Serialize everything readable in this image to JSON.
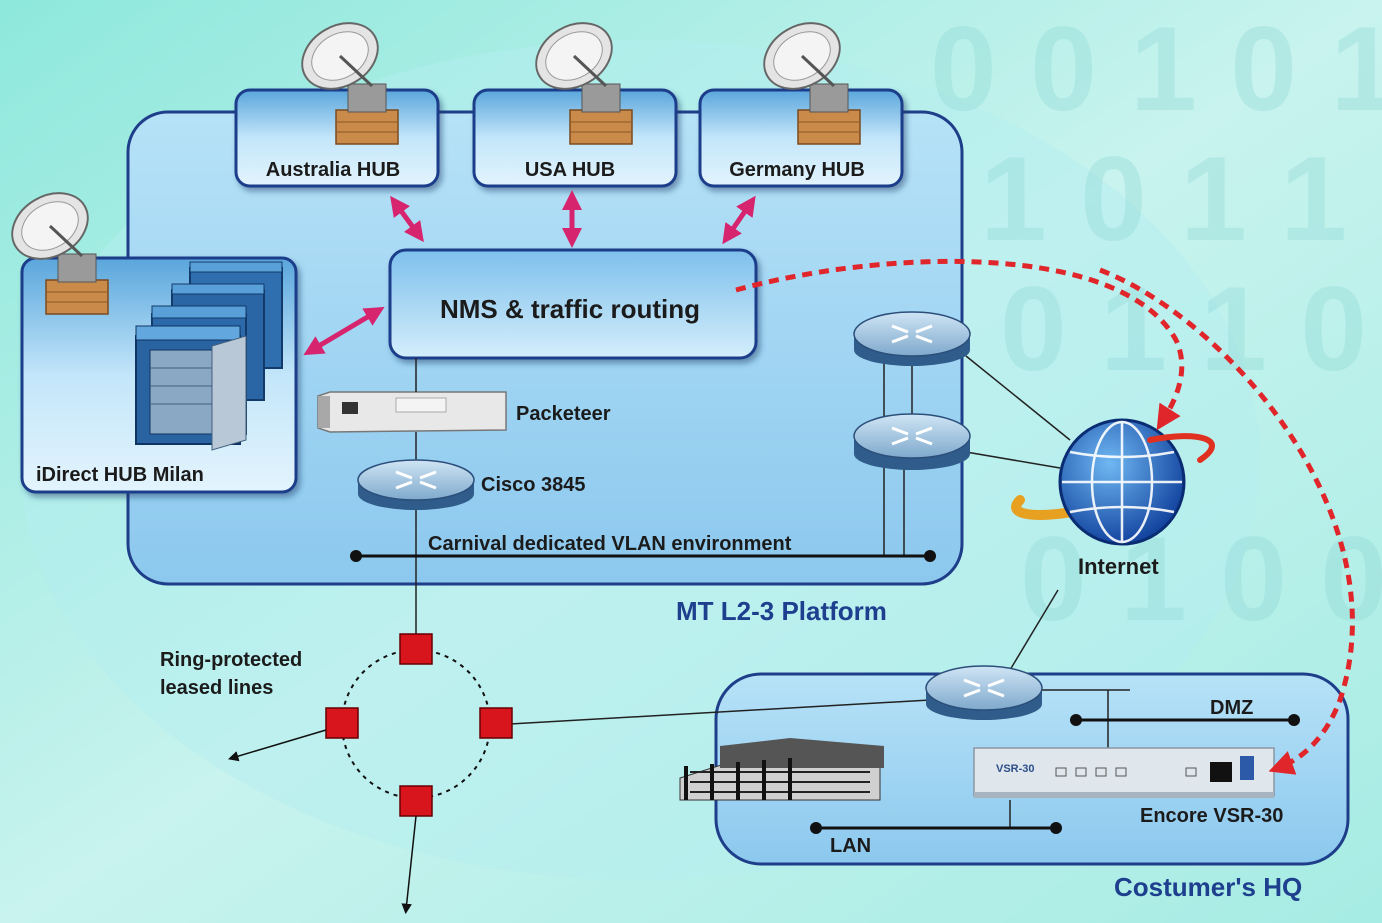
{
  "labels": {
    "australia_hub": "Australia HUB",
    "usa_hub": "USA HUB",
    "germany_hub": "Germany HUB",
    "nms": "NMS & traffic routing",
    "idirect": "iDirect HUB Milan",
    "packeteer": "Packeteer",
    "cisco": "Cisco 3845",
    "vlan": "Carnival dedicated VLAN environment",
    "platform": "MT L2-3 Platform",
    "internet": "Internet",
    "ring1": "Ring-protected",
    "ring2": "leased lines",
    "dmz": "DMZ",
    "encore": "Encore VSR-30",
    "vsr_faceplate": "VSR-30",
    "lan": "LAN",
    "hq": "Costumer's HQ"
  },
  "colors": {
    "background": "#a8ece4",
    "panel": "#9fd3f2",
    "panel_border": "#1f3e8a",
    "arrow_pink": "#d6246e",
    "dashed_red": "#e0262a",
    "ring_node": "#d8141c"
  }
}
